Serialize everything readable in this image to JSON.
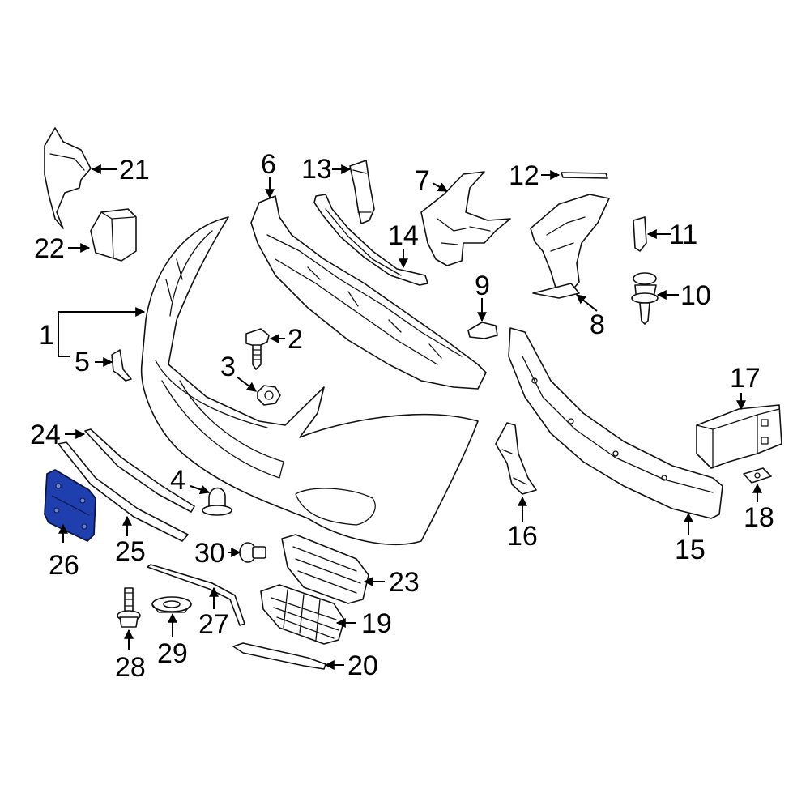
{
  "callouts": {
    "c1": "1",
    "c2": "2",
    "c3": "3",
    "c4": "4",
    "c5": "5",
    "c6": "6",
    "c7": "7",
    "c8": "8",
    "c9": "9",
    "c10": "10",
    "c11": "11",
    "c12": "12",
    "c13": "13",
    "c14": "14",
    "c15": "15",
    "c16": "16",
    "c17": "17",
    "c18": "18",
    "c19": "19",
    "c20": "20",
    "c21": "21",
    "c22": "22",
    "c23": "23",
    "c24": "24",
    "c25": "25",
    "c26": "26",
    "c27": "27",
    "c28": "28",
    "c29": "29",
    "c30": "30"
  },
  "highlighted_part": "26",
  "colors": {
    "highlight": "#1f3fae",
    "line": "#111111",
    "background": "#ffffff"
  }
}
